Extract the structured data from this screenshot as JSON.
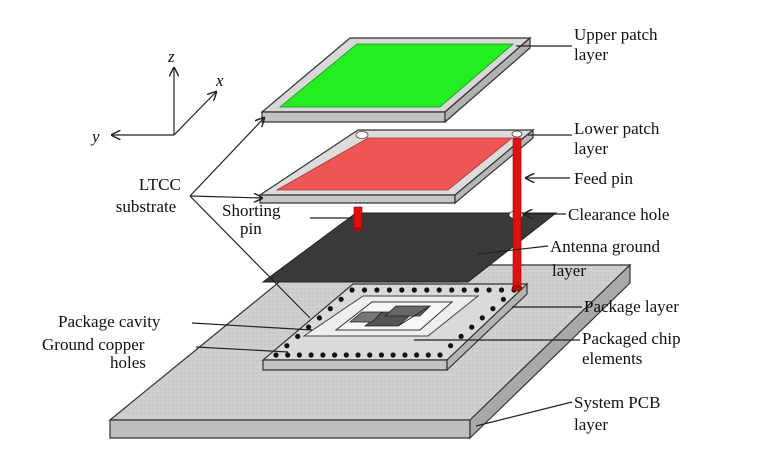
{
  "axes": {
    "z": "z",
    "x": "x",
    "y": "y"
  },
  "labels": {
    "upper_patch": [
      "Upper patch",
      "layer"
    ],
    "lower_patch": [
      "Lower patch",
      "layer"
    ],
    "feed_pin": "Feed pin",
    "clearance_hole": "Clearance hole",
    "antenna_ground": [
      "Antenna ground",
      "layer"
    ],
    "package_layer": "Package layer",
    "packaged_chip": [
      "Packaged chip",
      "elements"
    ],
    "system_pcb": [
      "System PCB",
      "layer"
    ],
    "ltcc_substrate": [
      "LTCC",
      "substrate"
    ],
    "shorting_pin": [
      "Shorting",
      "pin"
    ],
    "package_cavity": "Package cavity",
    "ground_copper": [
      "Ground copper",
      "holes"
    ]
  },
  "colors": {
    "upper_patch": "#22ee22",
    "lower_patch": "#f05555",
    "antenna_ground": "#3a3a3a",
    "substrate": "#d9d9d9",
    "pcb": "#cfcfcf",
    "pin": "#e01010"
  }
}
